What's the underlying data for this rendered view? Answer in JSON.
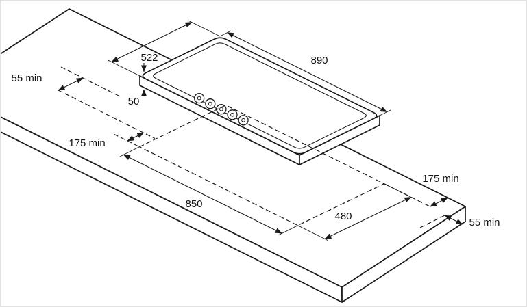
{
  "diagram": {
    "background_color": "#ffffff",
    "line_color": "#1a1a1a",
    "burner_knob_count": 5,
    "dims": {
      "hob_depth": "522",
      "hob_width": "890",
      "hob_height": "50",
      "cutout_length": "850",
      "cutout_width": "480",
      "left_top_clearance": "55 min",
      "left_bottom_clearance": "175 min",
      "right_top_clearance": "175 min",
      "right_bottom_clearance": "55 min"
    }
  }
}
